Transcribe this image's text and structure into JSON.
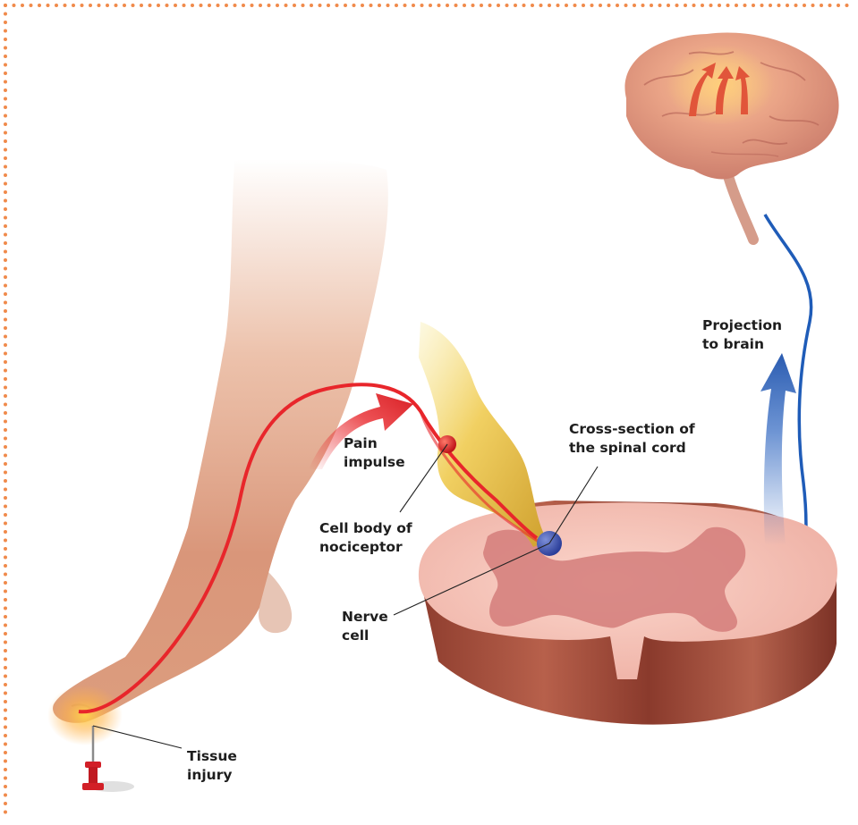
{
  "labels": {
    "pain_impulse": [
      "Pain",
      "impulse"
    ],
    "cell_body": [
      "Cell body of",
      "nociceptor"
    ],
    "cross_section": [
      "Cross-section of",
      "the spinal cord"
    ],
    "nerve_cell": [
      "Nerve",
      "cell"
    ],
    "projection": [
      "Projection",
      "to brain"
    ],
    "tissue_injury": [
      "Tissue",
      "injury"
    ]
  },
  "colors": {
    "border_dots": "#f08a4b",
    "pain_path": "#e8262b",
    "projection_path": "#1f5cb8",
    "ganglion": "#e9c43a",
    "spinal_white_matter": "#f6c4bb",
    "spinal_gray_matter": "#d47d7a",
    "spinal_side": "#8a3a2c",
    "brain": "#e29a86",
    "skin": "#e2a785",
    "pin": "#d21f27"
  }
}
